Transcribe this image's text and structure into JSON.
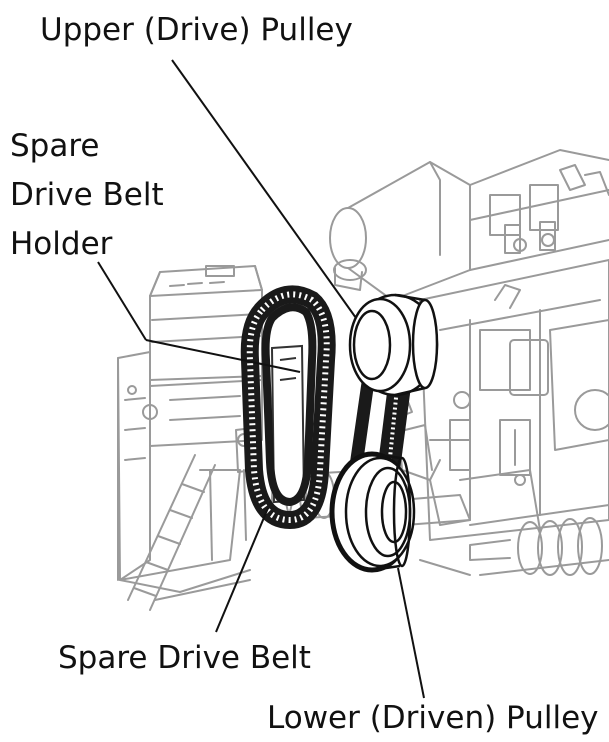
{
  "callouts": {
    "upper_pulley": "Upper (Drive) Pulley",
    "spare_holder": [
      "Spare",
      "Drive Belt",
      "Holder"
    ],
    "spare_belt": "Spare Drive Belt",
    "lower_pulley": "Lower (Driven) Pulley"
  },
  "colors": {
    "ink": "#111111",
    "machine_line": "#9a9a9a",
    "belt": "#1a1a1a"
  }
}
